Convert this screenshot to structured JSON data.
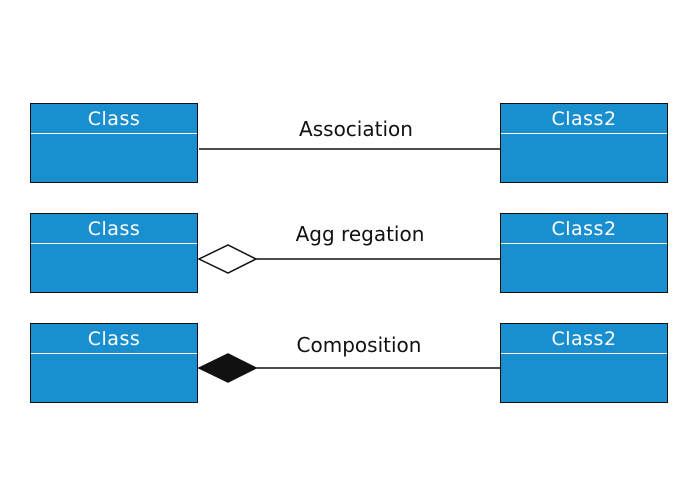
{
  "colors": {
    "class_fill": "#1a8fd0",
    "class_text": "#ffffff",
    "line": "#111111"
  },
  "rows": [
    {
      "left_class": "Class",
      "right_class": "Class2",
      "relation": "Association",
      "end_marker": "none"
    },
    {
      "left_class": "Class",
      "right_class": "Class2",
      "relation": "Agg regation",
      "end_marker": "hollow-diamond"
    },
    {
      "left_class": "Class",
      "right_class": "Class2",
      "relation": "Composition",
      "end_marker": "filled-diamond"
    }
  ]
}
